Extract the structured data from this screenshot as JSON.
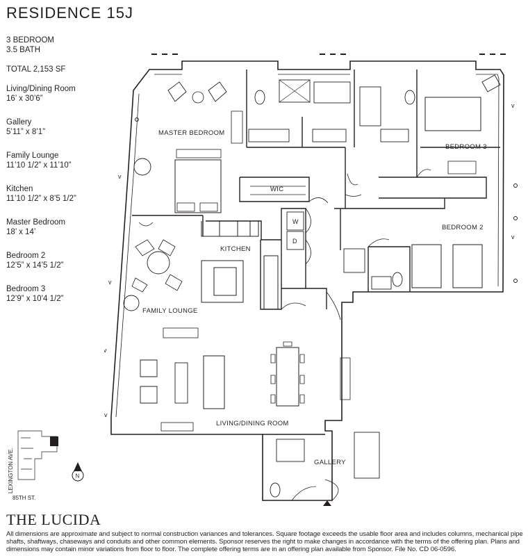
{
  "residence": {
    "title": "RESIDENCE 15J"
  },
  "specs": {
    "bedrooms": "3 BEDROOM",
    "baths": "3.5 BATH",
    "total": "TOTAL 2,153 SF",
    "rooms": [
      {
        "name": "Living/Dining Room",
        "dims": "16’ x 30’6”"
      },
      {
        "name": "Gallery",
        "dims": "5’11” x 8’1”"
      },
      {
        "name": "Family Lounge",
        "dims": "11’10 1/2” x 11’10”"
      },
      {
        "name": "Kitchen",
        "dims": "11’10 1/2” x 8’5 1/2”"
      },
      {
        "name": "Master Bedroom",
        "dims": "18’ x 14’"
      },
      {
        "name": "Bedroom 2",
        "dims": "12’5” x 14’5 1/2”"
      },
      {
        "name": "Bedroom 3",
        "dims": "12’9” x 10’4 1/2”"
      }
    ]
  },
  "plan": {
    "labels": {
      "master_bedroom": "MASTER BEDROOM",
      "bedroom3": "BEDROOM 3",
      "bedroom2": "BEDROOM 2",
      "wic": "WIC",
      "kitchen": "KITCHEN",
      "family_lounge": "FAMILY LOUNGE",
      "living_dining": "LIVING/DINING ROOM",
      "gallery": "GALLERY",
      "washer": "W",
      "dryer": "D",
      "window_marker": "v"
    }
  },
  "keyplan": {
    "street_vertical": "LEXINGTON AVE.",
    "street_horizontal": "85TH ST.",
    "north": "N"
  },
  "brand": {
    "name": "THE LUCIDA"
  },
  "disclaimer": "All dimensions are approximate and subject to normal construction variances and tolerances. Square footage exceeds the usable floor area and includes columns, mechanical pipe shafts, shaftways, chaseways and conduits and other common elements. Sponsor reserves the right to make changes in accordance with the terms of the offering plan. Plans and dimensions may contain minor variations from floor to floor. The complete offering terms are in an offering plan available from Sponsor. File No. CD 06-0596."
}
